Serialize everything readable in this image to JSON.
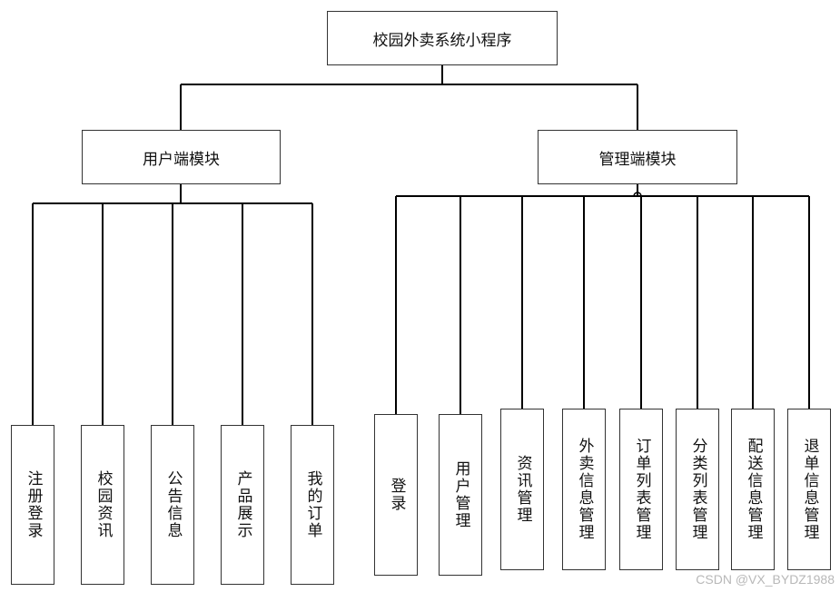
{
  "root": {
    "label": "校园外卖系统小程序"
  },
  "modules": {
    "user": {
      "label": "用户端模块",
      "children": [
        "注册登录",
        "校园资讯",
        "公告信息",
        "产品展示",
        "我的订单"
      ]
    },
    "admin": {
      "label": "管理端模块",
      "children": [
        "登录",
        "用户管理",
        "资讯管理",
        "外卖信息管理",
        "订单列表管理",
        "分类列表管理",
        "配送信息管理",
        "退单信息管理"
      ]
    }
  },
  "watermark": "CSDN @VX_BYDZ1988"
}
